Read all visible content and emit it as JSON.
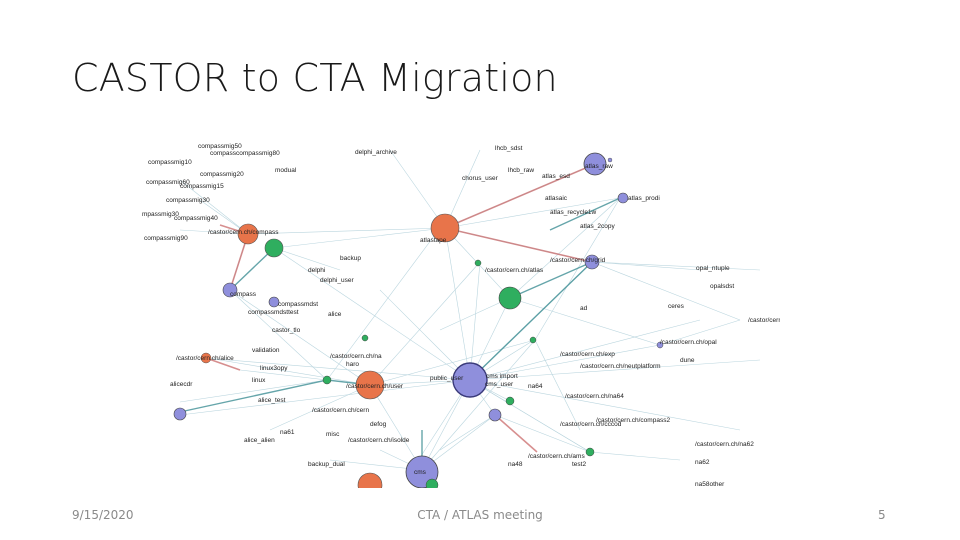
{
  "slide": {
    "title": "CASTOR to CTA Migration",
    "date": "9/15/2020",
    "footer_center": "CTA / ATLAS meeting",
    "page_number": "5"
  },
  "colors": {
    "orange_node": "#e8744a",
    "green_node": "#2fae5f",
    "purple_node": "#8f8fdc",
    "edge_light": "#9fc3cf",
    "edge_red": "#c96a6a",
    "edge_teal": "#3f8f95"
  },
  "graph": {
    "labels": [
      {
        "id": "l1",
        "text": "compassmig50"
      },
      {
        "id": "l2",
        "text": "compasscompassmig80"
      },
      {
        "id": "l3",
        "text": "compassmig10"
      },
      {
        "id": "l4",
        "text": "compassmig20"
      },
      {
        "id": "l5",
        "text": "compassmig60"
      },
      {
        "id": "l6",
        "text": "compassmig15"
      },
      {
        "id": "l7",
        "text": "compassmig30"
      },
      {
        "id": "l8",
        "text": "mpassmig30"
      },
      {
        "id": "l9",
        "text": "compassmig40"
      },
      {
        "id": "l10",
        "text": "compassmig90"
      },
      {
        "id": "l11",
        "text": "/castor/cern.ch/compass"
      },
      {
        "id": "l12",
        "text": "delphi_archive"
      },
      {
        "id": "l13",
        "text": "modual"
      },
      {
        "id": "l14",
        "text": "lhcb_sdst"
      },
      {
        "id": "l15",
        "text": "lhcb_raw"
      },
      {
        "id": "l16",
        "text": "chorus_user"
      },
      {
        "id": "l17",
        "text": "atlas_esd"
      },
      {
        "id": "l18",
        "text": "atlas_raw"
      },
      {
        "id": "l19",
        "text": "atlas_prodi"
      },
      {
        "id": "l20",
        "text": "atlasaic"
      },
      {
        "id": "l21",
        "text": "atlas_recycle1w"
      },
      {
        "id": "l22",
        "text": "atlas_2copy"
      },
      {
        "id": "l23",
        "text": "/castor/cern.ch/atlas"
      },
      {
        "id": "l24",
        "text": "/castor/cern.ch/grid"
      },
      {
        "id": "l25",
        "text": "atlastape"
      },
      {
        "id": "l26",
        "text": "backup"
      },
      {
        "id": "l27",
        "text": "delphi"
      },
      {
        "id": "l28",
        "text": "delphi_user"
      },
      {
        "id": "l29",
        "text": "compass"
      },
      {
        "id": "l30",
        "text": "compassmdst"
      },
      {
        "id": "l31",
        "text": "compassmdsttest"
      },
      {
        "id": "l32",
        "text": "castor_tlo"
      },
      {
        "id": "l33",
        "text": "alice"
      },
      {
        "id": "l34",
        "text": "ad"
      },
      {
        "id": "l35",
        "text": "ceres"
      },
      {
        "id": "l36",
        "text": "opal_ntuple"
      },
      {
        "id": "l37",
        "text": "opalsdst"
      },
      {
        "id": "l38",
        "text": "/castor/cern.ch/opal"
      },
      {
        "id": "l39",
        "text": "/castor/cern.ch/cdr"
      },
      {
        "id": "l40",
        "text": "validation"
      },
      {
        "id": "l41",
        "text": "/castor/cern.ch/alice"
      },
      {
        "id": "l42",
        "text": "/castor/cern.ch/na"
      },
      {
        "id": "l43",
        "text": "haro"
      },
      {
        "id": "l44",
        "text": "linux"
      },
      {
        "id": "l45",
        "text": "linux3opy"
      },
      {
        "id": "l46",
        "text": "alicecdr"
      },
      {
        "id": "l47",
        "text": "alice_test"
      },
      {
        "id": "l48",
        "text": "/castor/cern.ch/cern"
      },
      {
        "id": "l49",
        "text": "/castor/cern.ch/user"
      },
      {
        "id": "l50",
        "text": "public_user"
      },
      {
        "id": "l51",
        "text": "cms_user"
      },
      {
        "id": "l52",
        "text": "cms import"
      },
      {
        "id": "l53",
        "text": "/castor/cern.ch/exp"
      },
      {
        "id": "l54",
        "text": "/castor/cern.ch/neutplatform"
      },
      {
        "id": "l55",
        "text": "dune"
      },
      {
        "id": "l56",
        "text": "na64"
      },
      {
        "id": "l57",
        "text": "/castor/cern.ch/na64"
      },
      {
        "id": "l58",
        "text": "/castor/cern.ch/compass2"
      },
      {
        "id": "l59",
        "text": "na61"
      },
      {
        "id": "l60",
        "text": "alice_alien"
      },
      {
        "id": "l61",
        "text": "misc"
      },
      {
        "id": "l62",
        "text": "/castor/cern.ch/isolde"
      },
      {
        "id": "l63",
        "text": "/castor/cern.ch/ams"
      },
      {
        "id": "l64",
        "text": "/castor/cern.ch/na62"
      },
      {
        "id": "l65",
        "text": "na62"
      },
      {
        "id": "l66",
        "text": "test2"
      },
      {
        "id": "l67",
        "text": "na48"
      },
      {
        "id": "l68",
        "text": "backup_dual"
      },
      {
        "id": "l69",
        "text": "defog"
      },
      {
        "id": "l70",
        "text": "na58other"
      },
      {
        "id": "l71",
        "text": "cms"
      },
      {
        "id": "l72",
        "text": "/castor/cern.ch/cccod"
      }
    ]
  }
}
